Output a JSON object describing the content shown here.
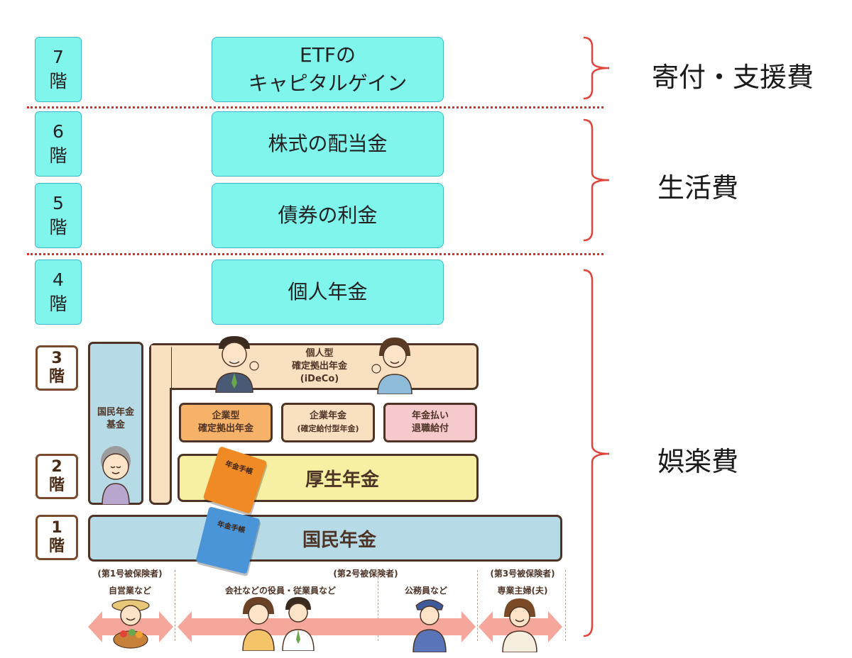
{
  "floors": {
    "f7": {
      "num": "7",
      "kai": "階",
      "label_line1": "ETFの",
      "label_line2": "キャピタルゲイン"
    },
    "f6": {
      "num": "6",
      "kai": "階",
      "label": "株式の配当金"
    },
    "f5": {
      "num": "5",
      "kai": "階",
      "label": "債券の利金"
    },
    "f4": {
      "num": "4",
      "kai": "階",
      "label": "個人年金"
    }
  },
  "purposes": {
    "donation": "寄付・支援費",
    "living": "生活費",
    "leisure": "娯楽費"
  },
  "pension_diagram": {
    "floor3": {
      "num": "3",
      "kai": "階"
    },
    "floor2": {
      "num": "2",
      "kai": "階"
    },
    "floor1": {
      "num": "1",
      "kai": "階"
    },
    "national_fund": {
      "line1": "国民年金",
      "line2": "基金"
    },
    "ideco": {
      "line1": "個人型",
      "line2": "確定拠出年金",
      "line3": "(iDeCo)"
    },
    "corporate_dc": {
      "line1": "企業型",
      "line2": "確定拠出年金"
    },
    "corporate_db": {
      "line1": "企業年金",
      "line2": "(確定給付型年金)"
    },
    "retirement": {
      "line1": "年金払い",
      "line2": "退職給付"
    },
    "employee_pension": "厚生年金",
    "national_pension": "国民年金",
    "book_label": "年金手帳",
    "insured": {
      "type1": "(第1号被保険者)",
      "type2": "(第2号被保険者)",
      "type3": "(第3号被保険者)",
      "self_employed": "自営業など",
      "company": "会社などの役員・従業員など",
      "civil": "公務員など",
      "housewife": "専業主婦(夫)"
    }
  },
  "colors": {
    "floor_fill": "#7ff5ec",
    "divider": "#d9302a",
    "brace": "#e0443a",
    "pension_blue": "#b7dbe6",
    "pension_yellow": "#f7f0a2",
    "pension_beige": "#f8e0c0",
    "pension_orange": "#f7b26a",
    "pension_pink": "#f6c9cc"
  }
}
